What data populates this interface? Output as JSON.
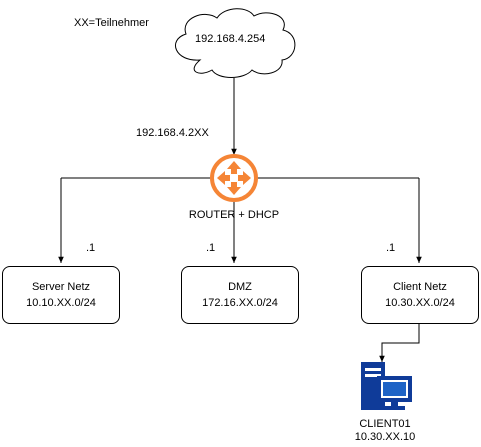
{
  "note": "XX=Teilnehmer",
  "cloud": {
    "label": "192.168.4.254"
  },
  "uplink_ip": "192.168.4.2XX",
  "router": {
    "label": "ROUTER + DHCP",
    "color": "#F58536"
  },
  "interface_suffix": ".1",
  "networks": [
    {
      "name": "Server Netz",
      "subnet": "10.10.XX.0/24"
    },
    {
      "name": "DMZ",
      "subnet": "172.16.XX.0/24"
    },
    {
      "name": "Client Netz",
      "subnet": "10.30.XX.0/24"
    }
  ],
  "client": {
    "name": "CLIENT01",
    "ip": "10.30.XX.10",
    "color": "#0F3B99",
    "accent": "#1E63C6"
  },
  "colors": {
    "line": "#000000"
  }
}
